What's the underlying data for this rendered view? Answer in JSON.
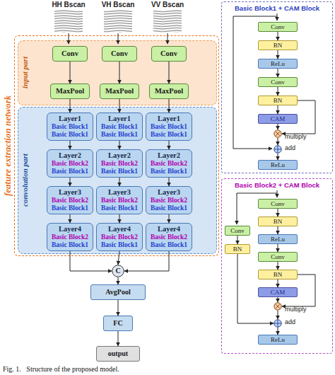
{
  "diagram": {
    "caption": "Fig. 1.   Structure of the proposed model.",
    "nodes": [
      {
        "text": [
          "feature extraction network"
        ]
      },
      {
        "text": [
          "input part"
        ],
        "in": 0
      },
      {
        "text": [
          "Conv"
        ],
        "in": 1
      },
      {
        "text": [
          "Conv"
        ],
        "in": 1
      },
      {
        "text": [
          "Conv"
        ],
        "in": 1
      },
      {
        "text": [
          "MaxPool"
        ],
        "in": 1
      },
      {
        "text": [
          "MaxPool"
        ],
        "in": 1
      },
      {
        "text": [
          "MaxPool"
        ],
        "in": 1
      },
      {
        "text": [
          "convolution part"
        ],
        "in": 0
      },
      {
        "text": [
          "Layer1",
          "Basic Block1",
          "Basic Block1"
        ],
        "in": 8
      },
      {
        "text": [
          "Layer1",
          "Basic Block1",
          "Basic Block1"
        ],
        "in": 8
      },
      {
        "text": [
          "Layer1",
          "Basic Block1",
          "Basic Block1"
        ],
        "in": 8
      },
      {
        "text": [
          "Layer2",
          "Basic Block2",
          "Basic Block1"
        ],
        "in": 8
      },
      {
        "text": [
          "Layer2",
          "Basic Block2",
          "Basic Block1"
        ],
        "in": 8
      },
      {
        "text": [
          "Layer2",
          "Basic Block2",
          "Basic Block1"
        ],
        "in": 8
      },
      {
        "text": [
          "Layer3",
          "Basic Block2",
          "Basic Block1"
        ],
        "in": 8
      },
      {
        "text": [
          "Layer3",
          "Basic Block2",
          "Basic Block1"
        ],
        "in": 8
      },
      {
        "text": [
          "Layer3",
          "Basic Block2",
          "Basic Block1"
        ],
        "in": 8
      },
      {
        "text": [
          "Layer4",
          "Basic Block2",
          "Basic Block1"
        ],
        "in": 8
      },
      {
        "text": [
          "Layer4",
          "Basic Block2",
          "Basic Block1"
        ],
        "in": 8
      },
      {
        "text": [
          "Layer4",
          "Basic Block2",
          "Basic Block1"
        ],
        "in": 8
      },
      {
        "text": [
          "C"
        ]
      },
      {
        "text": [
          "AvgPool"
        ]
      },
      {
        "text": [
          "FC"
        ]
      },
      {
        "text": [
          "output"
        ]
      },
      {
        "text": [
          "Basic Block1 + CAM Block"
        ]
      },
      {
        "text": [
          "Conv"
        ],
        "in": 25
      },
      {
        "text": [
          "BN"
        ],
        "in": 25
      },
      {
        "text": [
          "ReLu"
        ],
        "in": 25
      },
      {
        "text": [
          "Conv"
        ],
        "in": 25
      },
      {
        "text": [
          "BN"
        ],
        "in": 25
      },
      {
        "text": [
          "CAM"
        ],
        "in": 25
      },
      {
        "text": [
          "multiply"
        ],
        "in": 25
      },
      {
        "text": [
          "add"
        ],
        "in": 25
      },
      {
        "text": [
          "ReLu"
        ],
        "in": 25
      },
      {
        "text": [
          "Basic Block2 + CAM Block"
        ]
      },
      {
        "text": [
          "Conv"
        ],
        "in": 35
      },
      {
        "text": [
          "BN"
        ],
        "in": 35
      },
      {
        "text": [
          "ReLu"
        ],
        "in": 35
      },
      {
        "text": [
          "Conv"
        ],
        "in": 35
      },
      {
        "text": [
          "BN"
        ],
        "in": 35
      },
      {
        "text": [
          "CAM"
        ],
        "in": 35
      },
      {
        "text": [
          "multiply"
        ],
        "in": 35
      },
      {
        "text": [
          "add"
        ],
        "in": 35
      },
      {
        "text": [
          "ReLu"
        ],
        "in": 35
      },
      {
        "text": [
          "Conv"
        ],
        "in": 35
      },
      {
        "text": [
          "BN"
        ],
        "in": 35
      }
    ],
    "edges": [
      {
        "from": 2,
        "to": 5,
        "arrow": "to"
      },
      {
        "from": 3,
        "to": 6,
        "arrow": "to"
      },
      {
        "from": 4,
        "to": 7,
        "arrow": "to"
      },
      {
        "from": 5,
        "to": 9,
        "arrow": "to"
      },
      {
        "from": 6,
        "to": 10,
        "arrow": "to"
      },
      {
        "from": 7,
        "to": 11,
        "arrow": "to"
      },
      {
        "from": 9,
        "to": 12,
        "arrow": "to"
      },
      {
        "from": 10,
        "to": 13,
        "arrow": "to"
      },
      {
        "from": 11,
        "to": 14,
        "arrow": "to"
      },
      {
        "from": 12,
        "to": 15,
        "arrow": "to"
      },
      {
        "from": 13,
        "to": 16,
        "arrow": "to"
      },
      {
        "from": 14,
        "to": 17,
        "arrow": "to"
      },
      {
        "from": 15,
        "to": 18,
        "arrow": "to"
      },
      {
        "from": 16,
        "to": 19,
        "arrow": "to"
      },
      {
        "from": 17,
        "to": 20,
        "arrow": "to"
      },
      {
        "from": 18,
        "to": 21,
        "arrow": "to"
      },
      {
        "from": 19,
        "to": 21,
        "arrow": "to"
      },
      {
        "from": 20,
        "to": 21,
        "arrow": "to"
      },
      {
        "from": 21,
        "to": 22,
        "arrow": "to"
      },
      {
        "from": 22,
        "to": 23,
        "arrow": "to"
      },
      {
        "from": 23,
        "to": 24,
        "arrow": "to"
      },
      {
        "from": 26,
        "to": 27,
        "arrow": "to"
      },
      {
        "from": 27,
        "to": 28,
        "arrow": "to"
      },
      {
        "from": 28,
        "to": 29,
        "arrow": "to"
      },
      {
        "from": 29,
        "to": 30,
        "arrow": "to"
      },
      {
        "from": 30,
        "to": 31,
        "arrow": "to"
      },
      {
        "from": 31,
        "to": 32,
        "arrow": "to"
      },
      {
        "from": 30,
        "to": 32,
        "arrow": "to"
      },
      {
        "from": 32,
        "to": 33,
        "arrow": "to"
      },
      {
        "from": 33,
        "to": 34,
        "arrow": "to"
      },
      {
        "from": 36,
        "to": 37,
        "arrow": "to"
      },
      {
        "from": 37,
        "to": 38,
        "arrow": "to"
      },
      {
        "from": 38,
        "to": 39,
        "arrow": "to"
      },
      {
        "from": 39,
        "to": 40,
        "arrow": "to"
      },
      {
        "from": 40,
        "to": 41,
        "arrow": "to"
      },
      {
        "from": 41,
        "to": 42,
        "arrow": "to"
      },
      {
        "from": 40,
        "to": 42,
        "arrow": "to"
      },
      {
        "from": 42,
        "to": 43,
        "arrow": "to"
      },
      {
        "from": 43,
        "to": 44,
        "arrow": "to"
      },
      {
        "from": 45,
        "to": 46,
        "arrow": "to"
      },
      {
        "from": 46,
        "to": 43,
        "arrow": "to"
      }
    ],
    "labels": [
      "HH Bscan",
      "VH Bscan",
      "VV Bscan"
    ]
  }
}
